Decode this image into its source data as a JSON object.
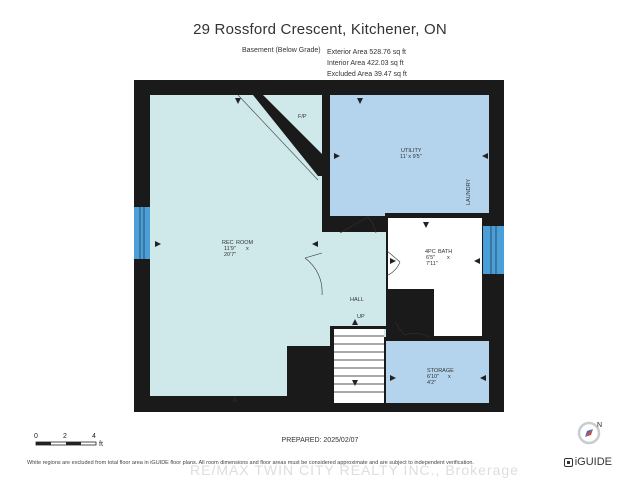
{
  "title": "29 Rossford Crescent, Kitchener, ON",
  "floor": "Basement (Below Grade)",
  "areas": {
    "exterior": "Exterior Area 528.76 sq ft",
    "interior": "Interior Area 422.03 sq ft",
    "excluded": "Excluded Area 39.47 sq ft"
  },
  "rooms": {
    "rec": {
      "name1": "REC",
      "name2": "ROOM",
      "dim1": "11'9\"",
      "dim2": "20'7\""
    },
    "utility": {
      "name": "UTILITY",
      "dim": "11' x 9'5\""
    },
    "laundry": "LAUNDRY",
    "fp": "F/P",
    "bath": {
      "name1": "4PC",
      "name2": "BATH",
      "dim1": "6'5\"",
      "dim2": "7'11\""
    },
    "hall": "HALL",
    "up": "UP",
    "storage": {
      "name": "STORAGE",
      "dim1": "6'10\"",
      "dim2": "4'2\""
    }
  },
  "scale": {
    "t0": "0",
    "t1": "2",
    "t2": "4",
    "unit": "ft"
  },
  "prepared": "PREPARED: 2025/02/07",
  "footnote": "White regions are excluded from total floor area in iGUIDE floor plans. All room dimensions and floor areas must be considered approximate and are subject to independent verification.",
  "watermark": "RE/MAX TWIN CITY REALTY INC., Brokerage",
  "brand": "iGUIDE",
  "colors": {
    "wall": "#1a1a1a",
    "rec_fill": "#cfe8ea",
    "utility_fill": "#b3d4ec",
    "window": "#4a9fd8"
  }
}
